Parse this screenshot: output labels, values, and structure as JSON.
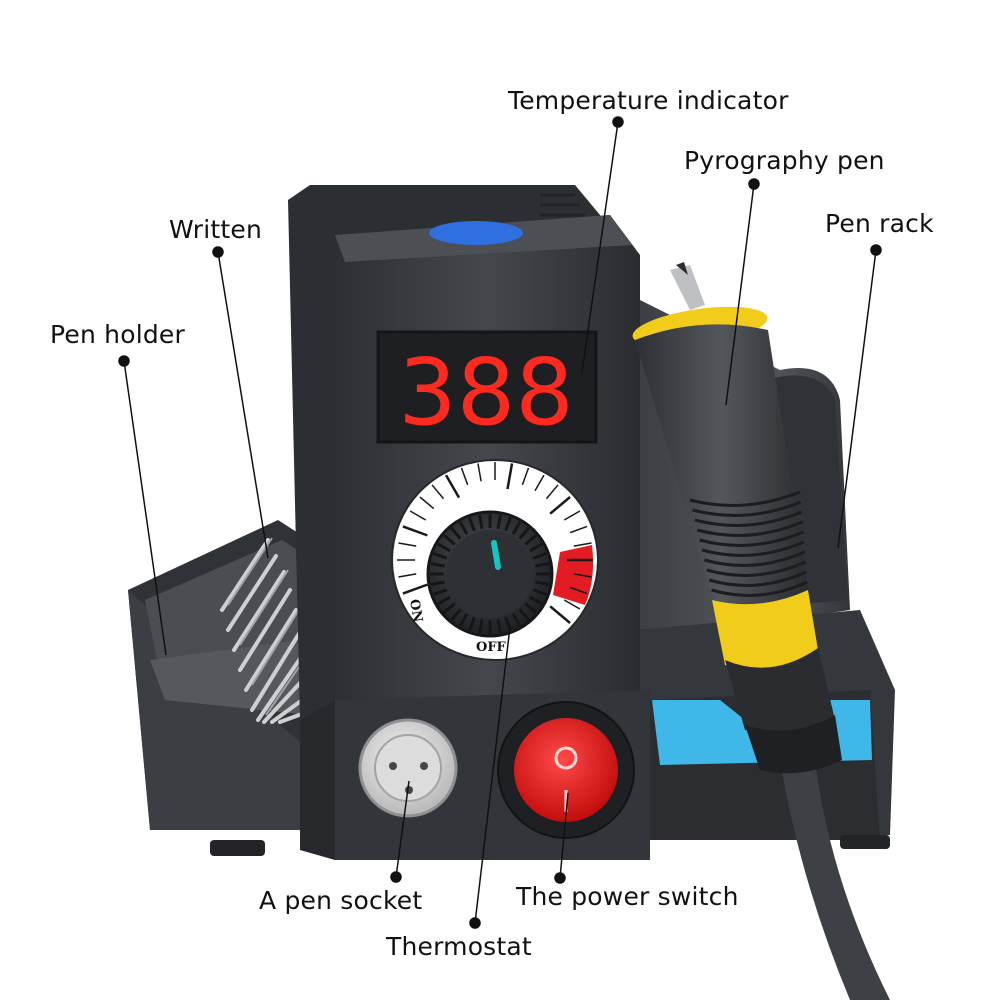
{
  "figure": {
    "labels": {
      "temperature_indicator": "Temperature indicator",
      "pyrography_pen": "Pyrography pen",
      "written": "Written",
      "pen_rack": "Pen rack",
      "pen_holder": "Pen holder",
      "pen_socket": "A pen socket",
      "power_switch": "The power switch",
      "thermostat": "Thermostat"
    },
    "display_value": "388",
    "dial": {
      "on_label": "ON",
      "off_label": "OFF"
    },
    "colors": {
      "body": "#3a3d42",
      "display_digits": "#ff2a1f",
      "power_light": "#2f6fe0",
      "pen_grip": "#f2cc1a",
      "tray": "#3fb7e8",
      "switch": "#e01b1b",
      "dial_pointer": "#14c6c0",
      "dial_hot_zone": "#e31b23"
    }
  }
}
